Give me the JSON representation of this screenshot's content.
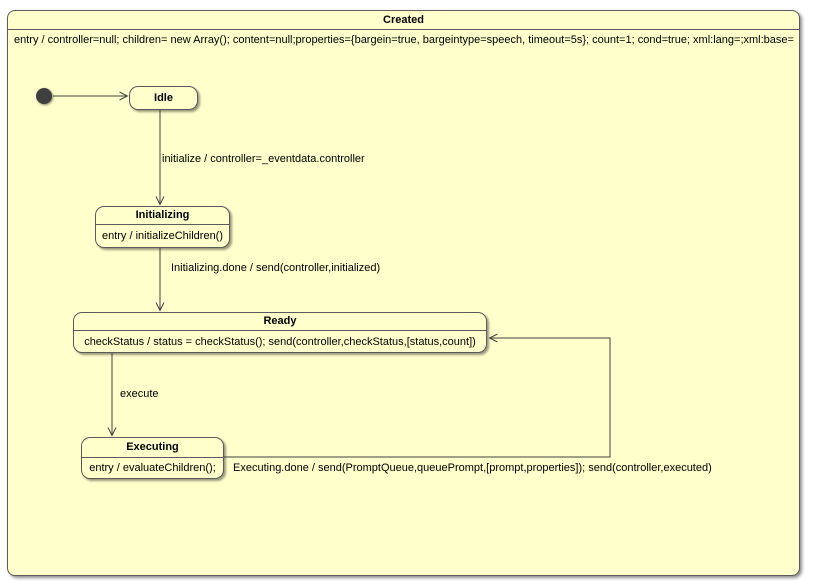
{
  "diagram": {
    "type": "uml-state-machine",
    "composite_state": {
      "title": "Created",
      "entry_action": "entry / controller=null; children= new Array(); content=null;properties={bargein=true, bargeintype=speech, timeout=5s}; count=1; cond=true; xml:lang=;xml:base="
    },
    "states": [
      {
        "id": "idle",
        "title": "Idle",
        "body": ""
      },
      {
        "id": "initializing",
        "title": "Initializing",
        "body": "entry / initializeChildren()"
      },
      {
        "id": "ready",
        "title": "Ready",
        "body": "checkStatus / status = checkStatus(); send(controller,checkStatus,[status,count])"
      },
      {
        "id": "executing",
        "title": "Executing",
        "body": "entry / evaluateChildren();"
      }
    ],
    "transitions": [
      {
        "from": "initial",
        "to": "idle",
        "label": ""
      },
      {
        "from": "idle",
        "to": "initializing",
        "label": "initialize / controller=_eventdata.controller"
      },
      {
        "from": "initializing",
        "to": "ready",
        "label": "Initializing.done / send(controller,initialized)"
      },
      {
        "from": "ready",
        "to": "executing",
        "label": "execute"
      },
      {
        "from": "executing",
        "to": "ready",
        "label": "Executing.done / send(PromptQueue,queuePrompt,[prompt,properties]); send(controller,executed)"
      }
    ],
    "colors": {
      "state_fill": "#FFFFCC",
      "state_border": "#5B5B5B",
      "connector": "#404040",
      "text": "#000000",
      "canvas": "#FFFFFF"
    }
  }
}
